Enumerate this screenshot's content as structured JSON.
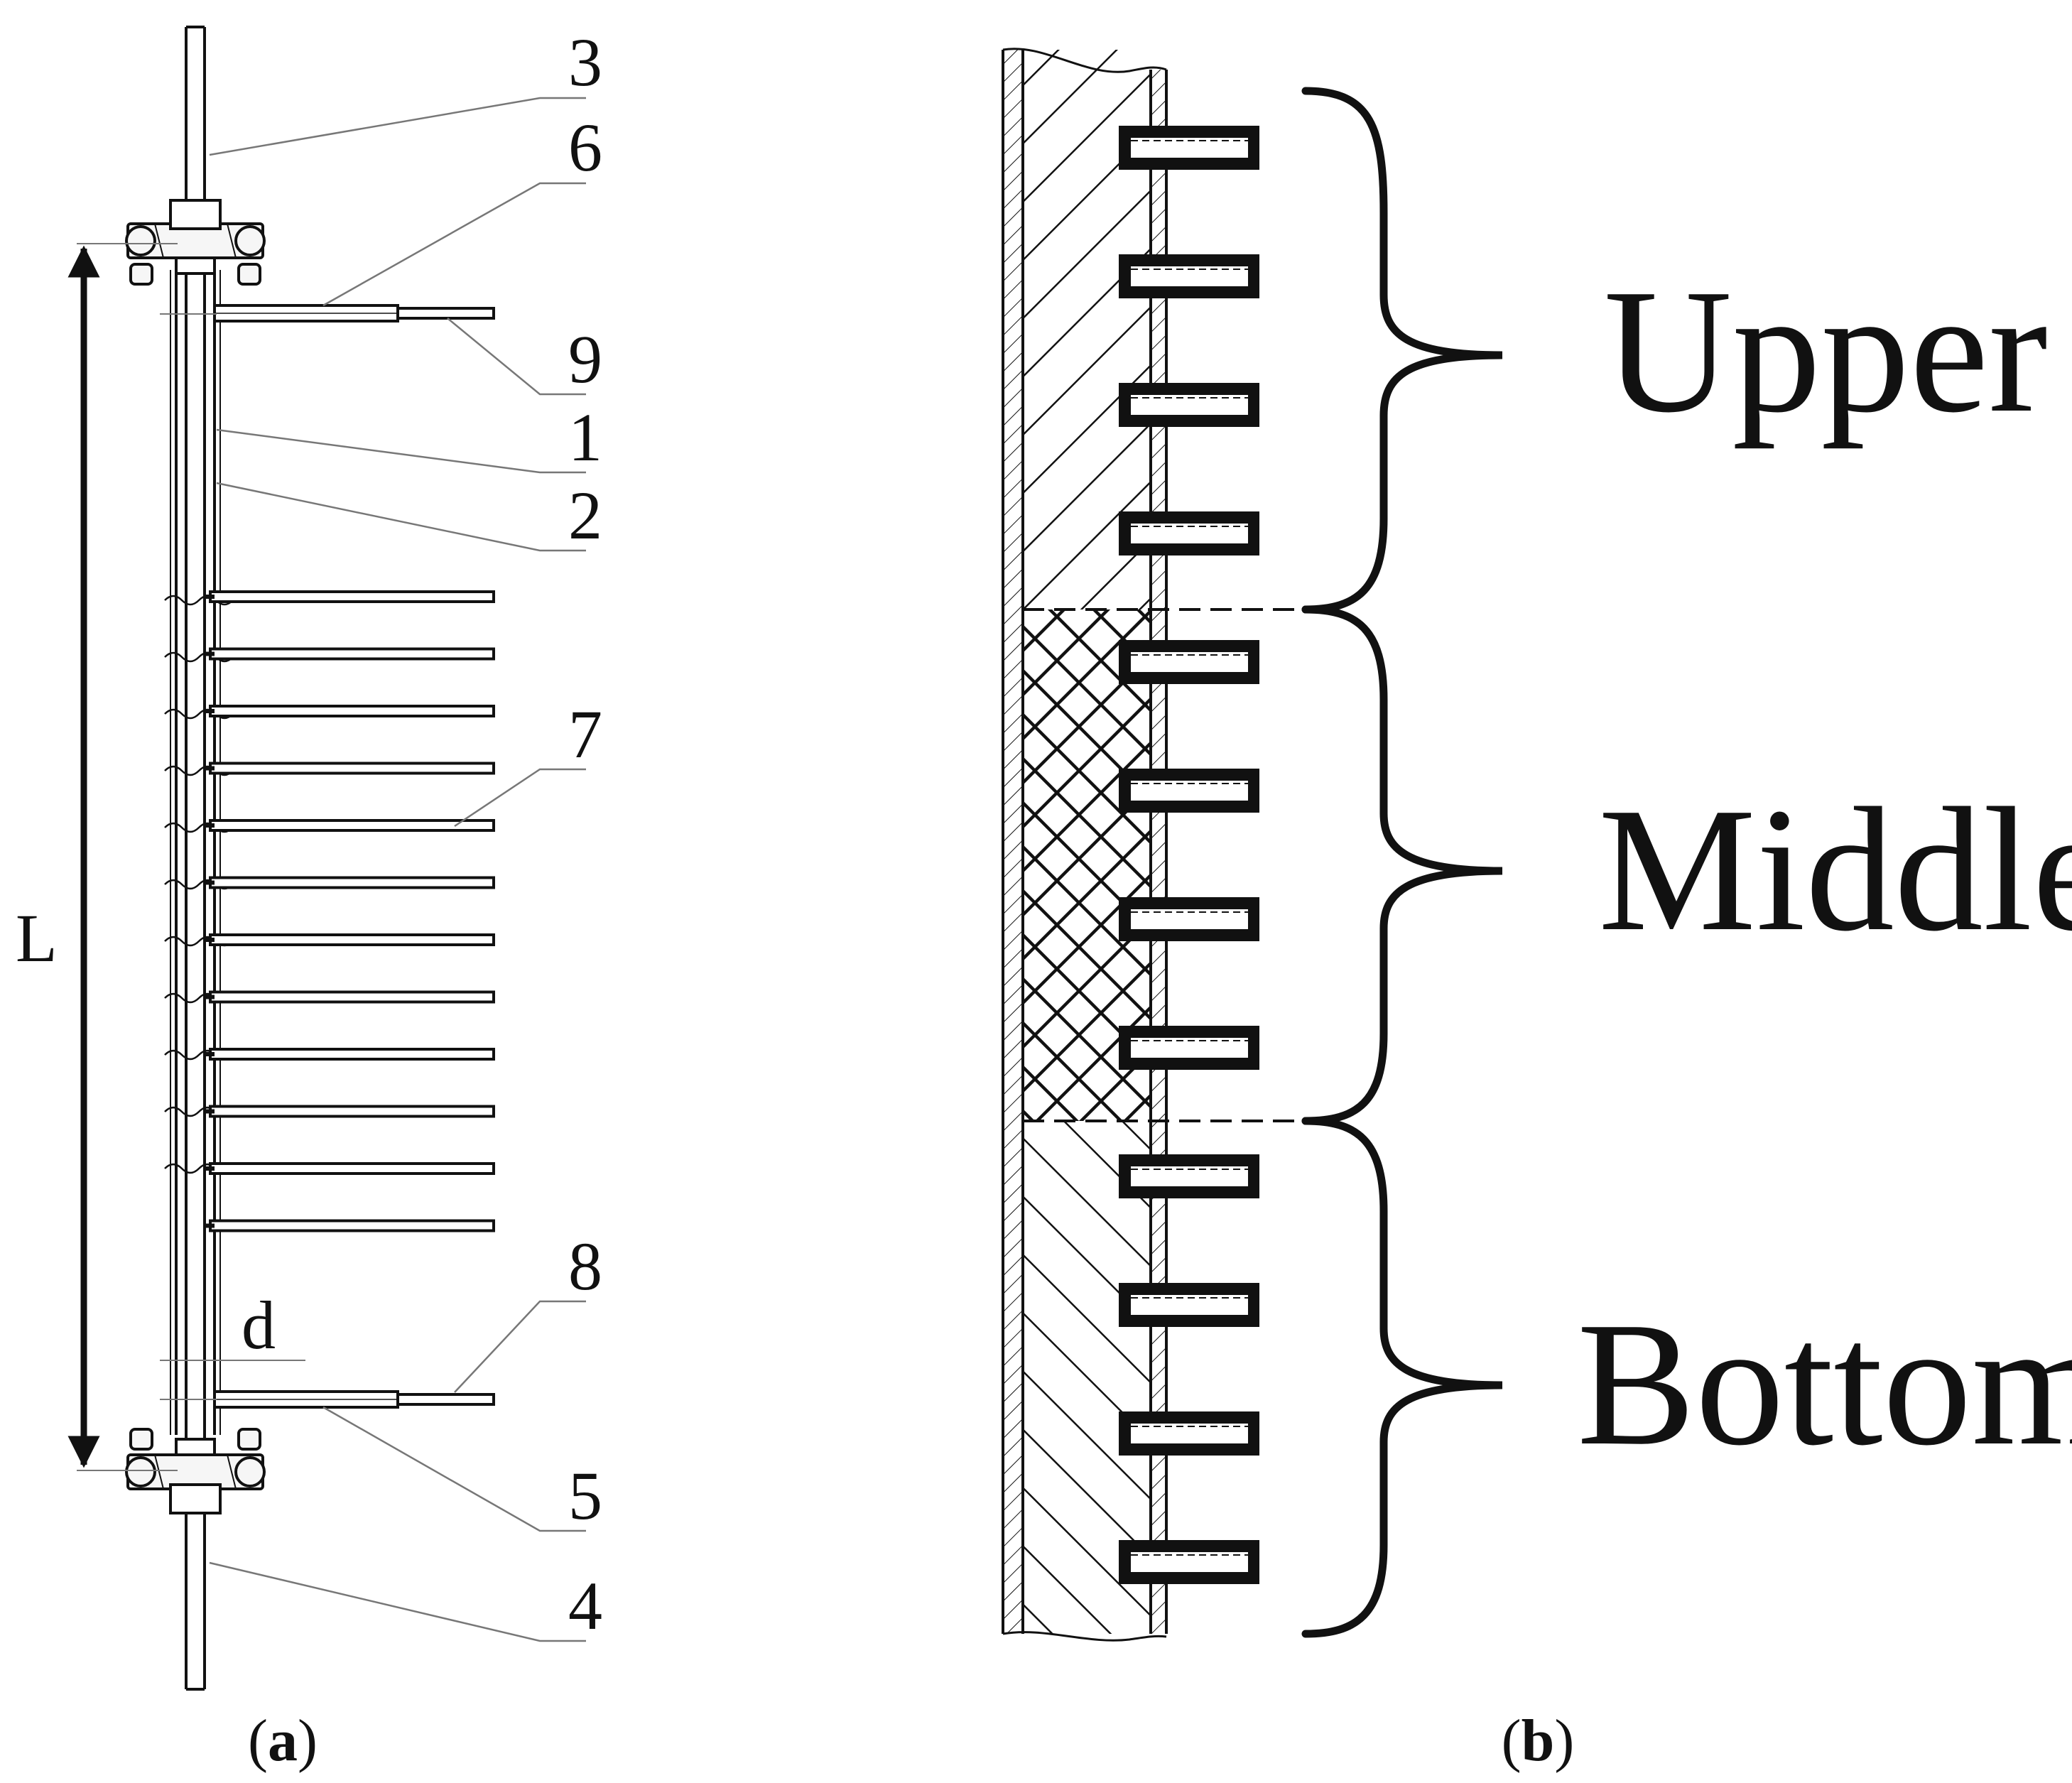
{
  "panel_a": {
    "callouts": [
      "3",
      "6",
      "9",
      "1",
      "2",
      "7",
      "8",
      "5",
      "4"
    ],
    "dimension_length": "L",
    "dimension_diameter": "d",
    "caption_open": "(",
    "caption_letter": "a",
    "caption_close": ")"
  },
  "panel_b": {
    "regions": [
      "Upper",
      "Middle",
      "Bottom"
    ],
    "caption_open": "(",
    "caption_letter": "b",
    "caption_close": ")"
  },
  "colors": {
    "ink": "#111111",
    "leader": "#777777",
    "background": "#ffffff"
  }
}
